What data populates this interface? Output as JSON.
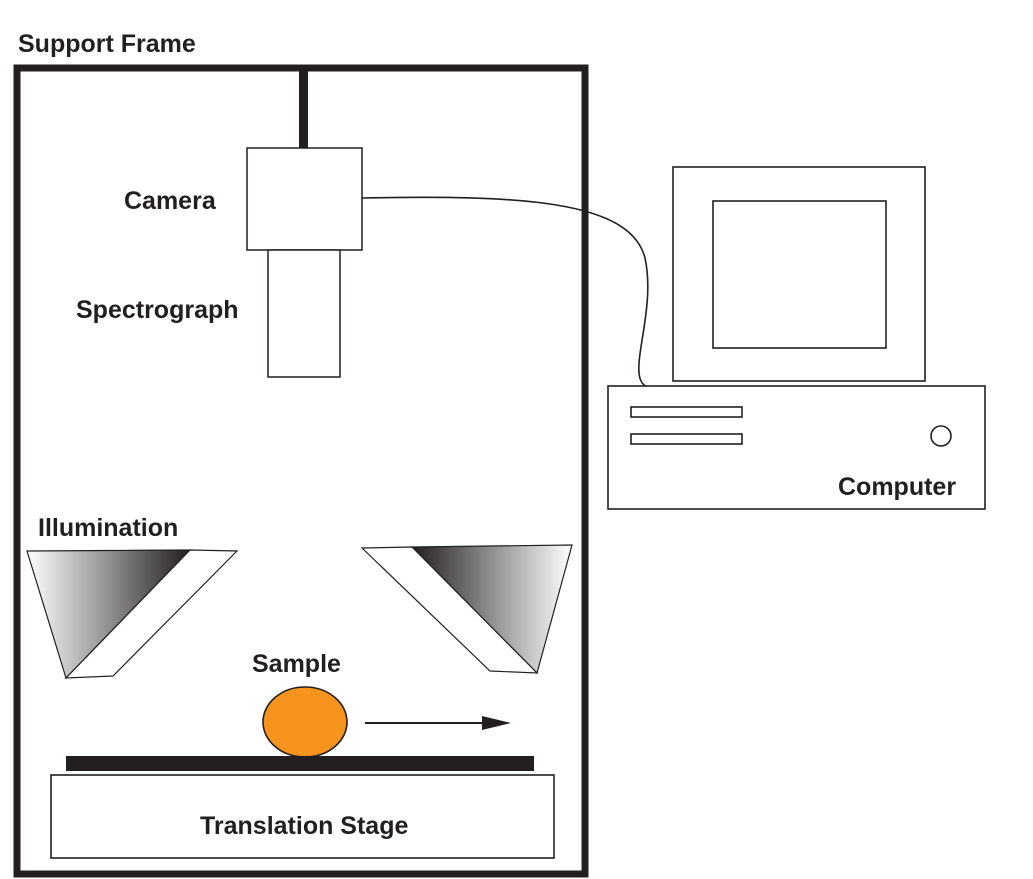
{
  "labels": {
    "support_frame": "Support Frame",
    "camera": "Camera",
    "spectrograph": "Spectrograph",
    "computer": "Computer",
    "illumination": "Illumination",
    "sample": "Sample",
    "translation_stage": "Translation Stage"
  },
  "colors": {
    "line": "#231f20",
    "sample_fill": "#f7941d",
    "background": "#ffffff"
  }
}
